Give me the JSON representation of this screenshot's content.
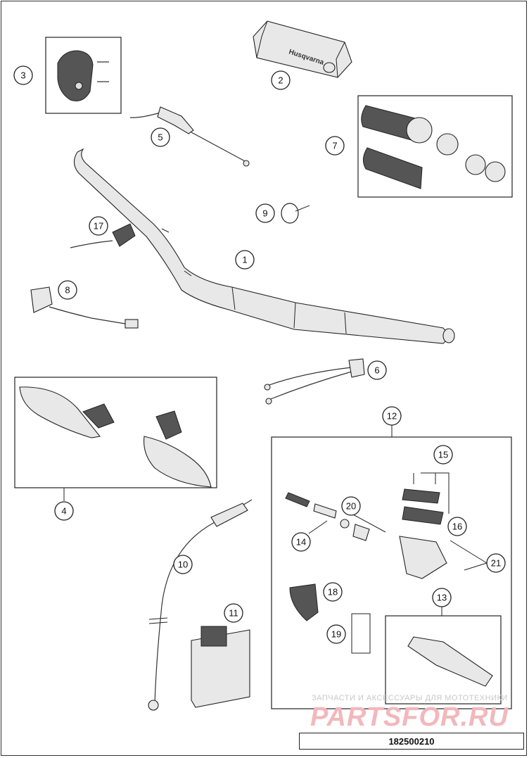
{
  "diagram": {
    "callouts": [
      "1",
      "2",
      "3",
      "4",
      "5",
      "6",
      "7",
      "8",
      "9",
      "10",
      "11",
      "12",
      "13",
      "14",
      "15",
      "16",
      "17",
      "18",
      "19",
      "20",
      "21"
    ],
    "part_number": "182500210",
    "pad_brand": "Husqvarna"
  },
  "watermark": {
    "line1": "ЗАПЧАСТИ И АКСЕССУАРЫ ДЛЯ МОТОТЕХНИКИ",
    "line2": "PARTSFOR.RU"
  },
  "colors": {
    "line": "#222222",
    "watermark": "#f2b8bc"
  }
}
